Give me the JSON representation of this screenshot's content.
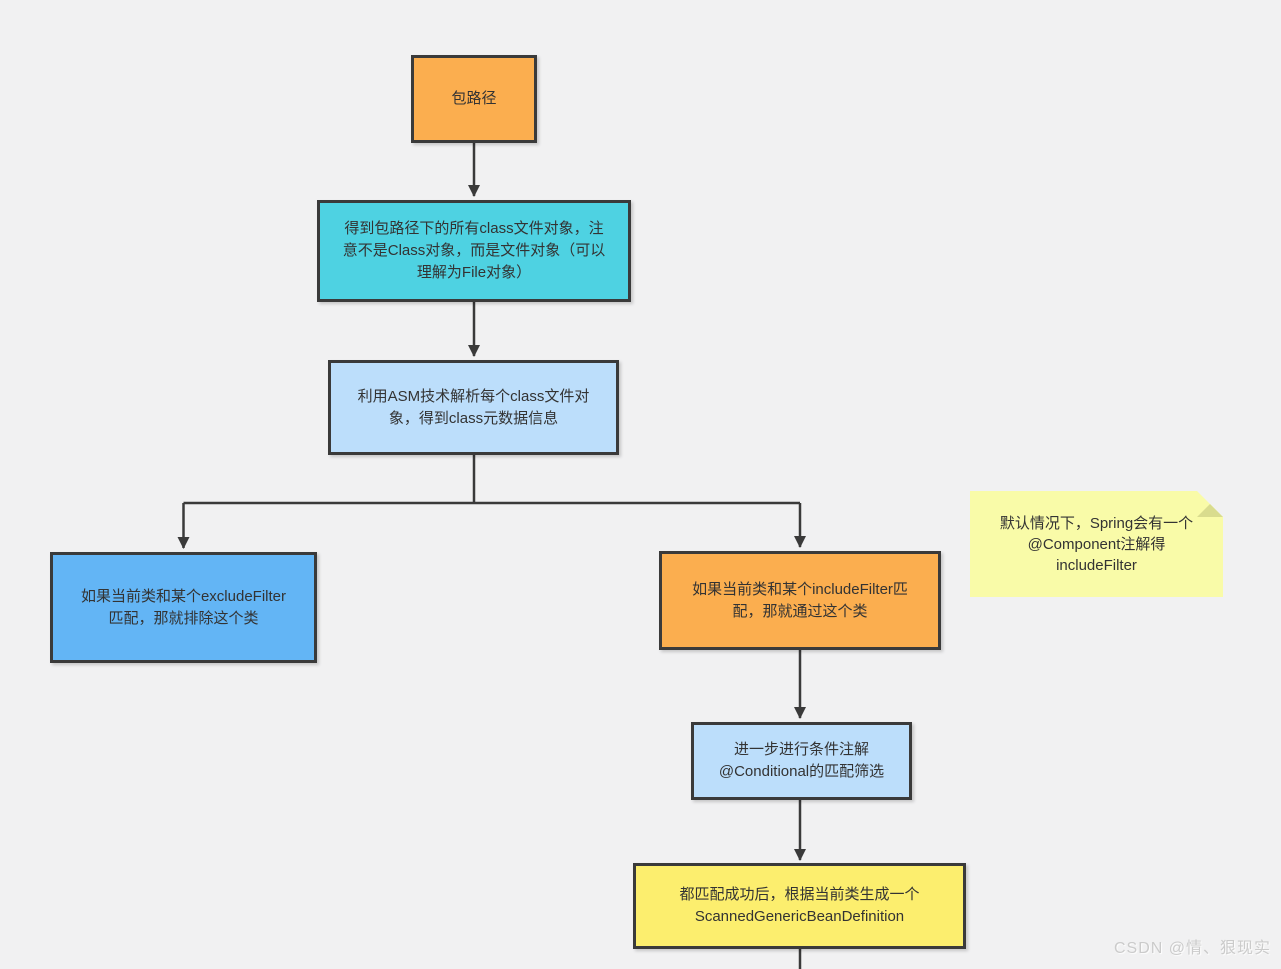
{
  "diagram": {
    "nodes": {
      "package_path": {
        "label": "包路径"
      },
      "get_class_files": {
        "lines": [
          "得到包路径下的所有class文件对象，注",
          "意不是Class对象，而是文件对象（可以",
          "理解为File对象）"
        ]
      },
      "asm_parse": {
        "lines": [
          "利用ASM技术解析每个class文件对",
          "象，得到class元数据信息"
        ]
      },
      "exclude_filter": {
        "lines": [
          "如果当前类和某个excludeFilter",
          "匹配，那就排除这个类"
        ]
      },
      "include_filter": {
        "lines": [
          "如果当前类和某个includeFilter匹",
          "配，那就通过这个类"
        ]
      },
      "conditional_match": {
        "lines": [
          "进一步进行条件注解",
          "@Conditional的匹配筛选"
        ]
      },
      "scanned_bean": {
        "lines": [
          "都匹配成功后，根据当前类生成一个",
          "ScannedGenericBeanDefinition"
        ]
      }
    },
    "note": {
      "lines": [
        "默认情况下，Spring会有一个",
        "@Component注解得",
        "includeFilter"
      ]
    },
    "watermark": {
      "text": "CSDN @情、狠现实"
    },
    "colors": {
      "background": "#f1f1f2",
      "border": "#3a3a3a",
      "connector": "#3a3a3a",
      "orange": "#fbae4f",
      "cyan": "#4ed2e2",
      "light_blue": "#bcdefb",
      "blue": "#63b5f5",
      "note_yellow": "#f9fba8",
      "note_fold": "#d9dc8e",
      "yellow": "#fcee6e",
      "text": "#333333",
      "watermark_text": "#cbcbcb"
    }
  }
}
